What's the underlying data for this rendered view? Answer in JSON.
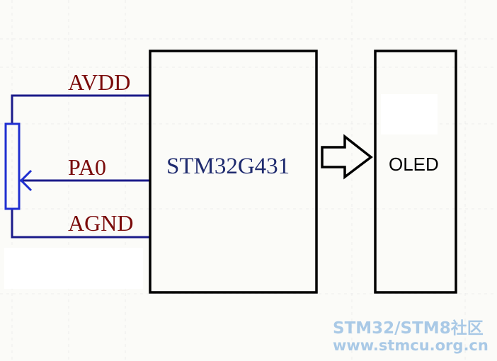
{
  "diagram": {
    "nets": {
      "avdd": "AVDD",
      "pa0": "PA0",
      "agnd": "AGND"
    },
    "mcu": {
      "label": "STM32G431"
    },
    "display": {
      "label": "OLED"
    }
  },
  "watermark": {
    "line1": "STM32/STM8社区",
    "line2": "www.stmcu.org.cn",
    "color": "#a9c9e6"
  },
  "colors": {
    "wire": "#1b1b8a",
    "potentiometer": "#1f2fd1",
    "net_label": "#7a0a0a",
    "mcu_label": "#1e2a6e",
    "box_stroke": "#000000",
    "grid": "#ececec",
    "background": "#fbfbf8"
  }
}
